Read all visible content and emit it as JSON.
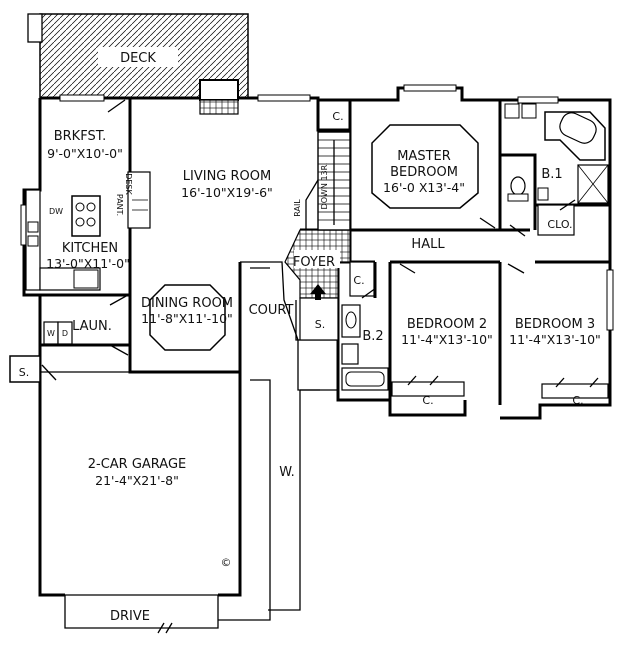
{
  "rooms": {
    "deck": "DECK",
    "breakfast": {
      "name": "BRKFST.",
      "size": "9'-0\"X10'-0\""
    },
    "living": {
      "name": "LIVING ROOM",
      "size": "16'-10\"X19'-6\""
    },
    "master": {
      "name1": "MASTER",
      "name2": "BEDROOM",
      "size": "16'-0 X13'-4\""
    },
    "kitchen": {
      "name": "KITCHEN",
      "size": "13'-0\"X11'-0\""
    },
    "dining": {
      "name": "DINING ROOM",
      "size": "11'-8\"X11'-10\""
    },
    "hall": "HALL",
    "foyer": "FOYER",
    "court": "COURT",
    "laundry": "LAUN.",
    "bath2": "B.2",
    "bath1": "B.1",
    "bedroom2": {
      "name": "BEDROOM 2",
      "size": "11'-4\"X13'-10\""
    },
    "bedroom3": {
      "name": "BEDROOM 3",
      "size": "11'-4\"X13'-10\""
    },
    "garage": {
      "name": "2-CAR GARAGE",
      "size": "21'-4\"X21'-8\""
    },
    "drive": "DRIVE",
    "walk": "W."
  },
  "fixtures": {
    "closet": "C.",
    "closet_large": "CLO.",
    "storage": "S.",
    "dishwasher": "DW",
    "pantry": "PANT.",
    "desk": "DESK",
    "rail": "RAIL",
    "stairs": "DOWN 13R.",
    "washer": "W",
    "dryer": "D",
    "copyright": "©"
  }
}
